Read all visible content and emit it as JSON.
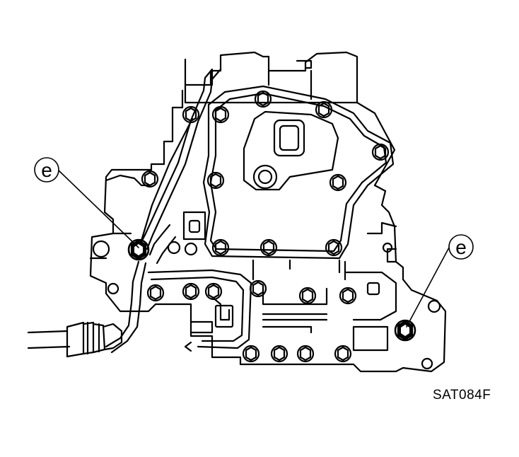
{
  "figure": {
    "code": "SAT084F",
    "callouts": [
      {
        "id": "left",
        "label": "e",
        "points_to": "bolt"
      },
      {
        "id": "right",
        "label": "e",
        "points_to": "bolt"
      }
    ]
  }
}
